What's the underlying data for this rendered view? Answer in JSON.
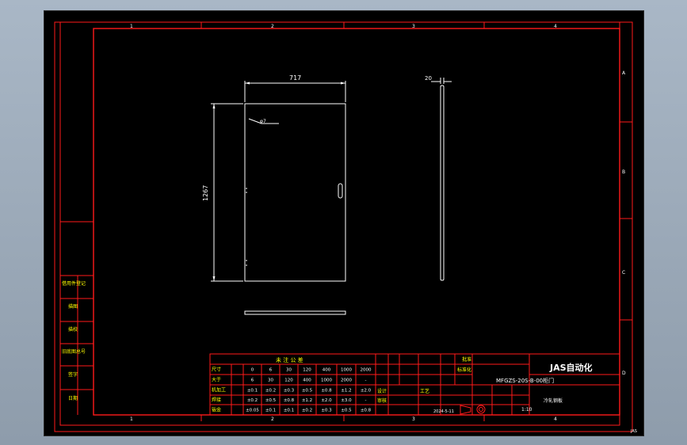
{
  "zone_numbers": {
    "top": [
      "1",
      "2",
      "3",
      "4"
    ],
    "bottom": [
      "1",
      "2",
      "3",
      "4"
    ]
  },
  "zone_letters": [
    "A",
    "B",
    "C",
    "D"
  ],
  "dimensions": {
    "width": "717",
    "height": "1267",
    "depth": "20",
    "hole": "φ7"
  },
  "tolerance_table": {
    "title": "未 注 公 差",
    "rows": [
      {
        "label": "尺寸",
        "values": [
          "0",
          "6",
          "30",
          "120",
          "400",
          "1000",
          "2000"
        ]
      },
      {
        "label": "大于",
        "values": [
          "6",
          "30",
          "120",
          "400",
          "1000",
          "2000",
          "-"
        ]
      },
      {
        "label": "机加工",
        "values": [
          "±0.1",
          "±0.2",
          "±0.3",
          "±0.5",
          "±0.8",
          "±1.2",
          "±2.0"
        ]
      },
      {
        "label": "焊接",
        "values": [
          "±0.2",
          "±0.5",
          "±0.8",
          "±1.2",
          "±2.0",
          "±3.0",
          "-"
        ]
      },
      {
        "label": "钣金",
        "values": [
          "±0.05",
          "±0.1",
          "±0.1",
          "±0.2",
          "±0.3",
          "±0.5",
          "±0.8"
        ]
      }
    ]
  },
  "title_block": {
    "company": "JAS自动化",
    "drawing_no": "MFGZS-20S-B-00柜门",
    "material": "冷轧钢板",
    "scale": "1:10",
    "date": "2024-5-11",
    "approve": "批准",
    "standardize": "标准化",
    "process": "工艺",
    "design": "设计",
    "check": "审核"
  },
  "side_labels": [
    "借用件登记",
    "描图",
    "描校",
    "旧底图总号",
    "签字",
    "日期"
  ]
}
